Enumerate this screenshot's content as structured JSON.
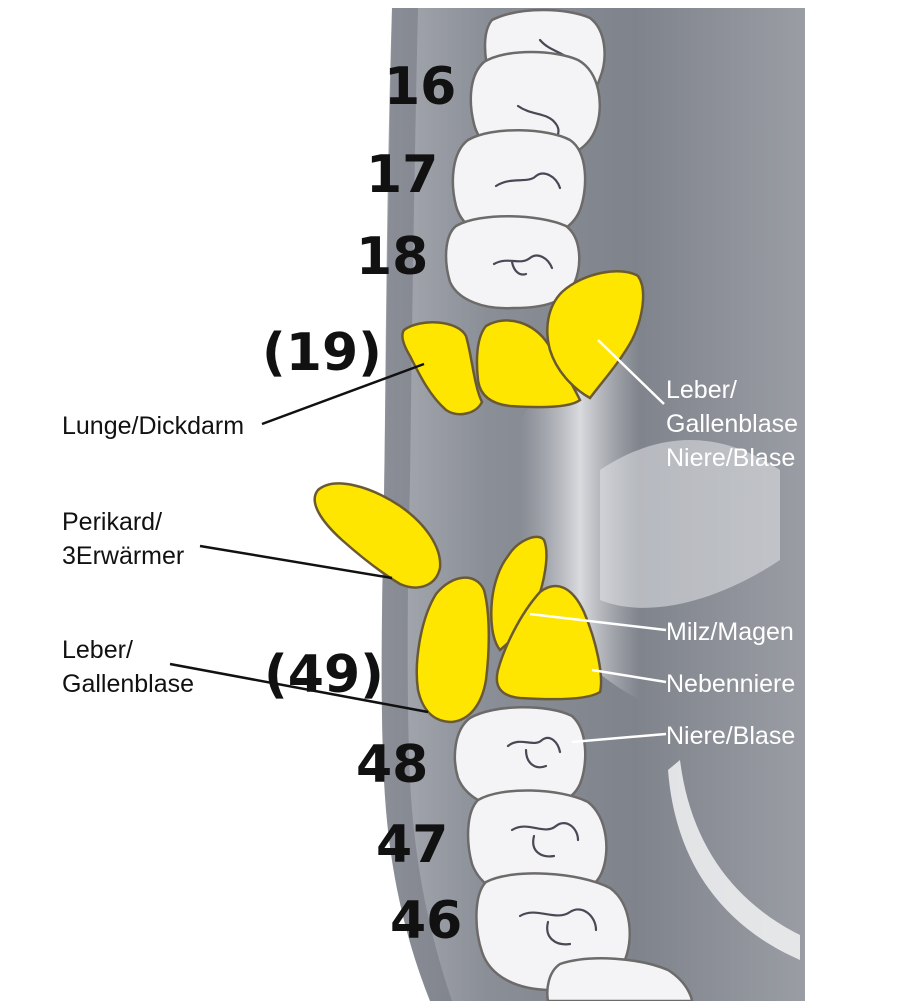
{
  "upper_teeth": {
    "t16": "16",
    "t17": "17",
    "t18": "18",
    "t19": "(19)"
  },
  "lower_teeth": {
    "t49": "(49)",
    "t48": "48",
    "t47": "47",
    "t46": "46"
  },
  "labels_left": {
    "lunge_dickdarm": "Lunge/Dickdarm",
    "perikard_line1": "Perikard/",
    "perikard_line2": "3Erwärmer",
    "leber_line1": "Leber/",
    "leber_line2": "Gallenblase"
  },
  "labels_right": {
    "upper_line1": "Leber/",
    "upper_line2": "Gallenblase",
    "upper_line3": "Niere/Blase",
    "milz_magen": "Milz/Magen",
    "nebenniere": "Nebenniere",
    "niere_blase": "Niere/Blase"
  },
  "colors": {
    "field_yellow": "#ffe600",
    "gum_gray": "#8b8f98",
    "tooth_white": "#f4f4f6"
  }
}
